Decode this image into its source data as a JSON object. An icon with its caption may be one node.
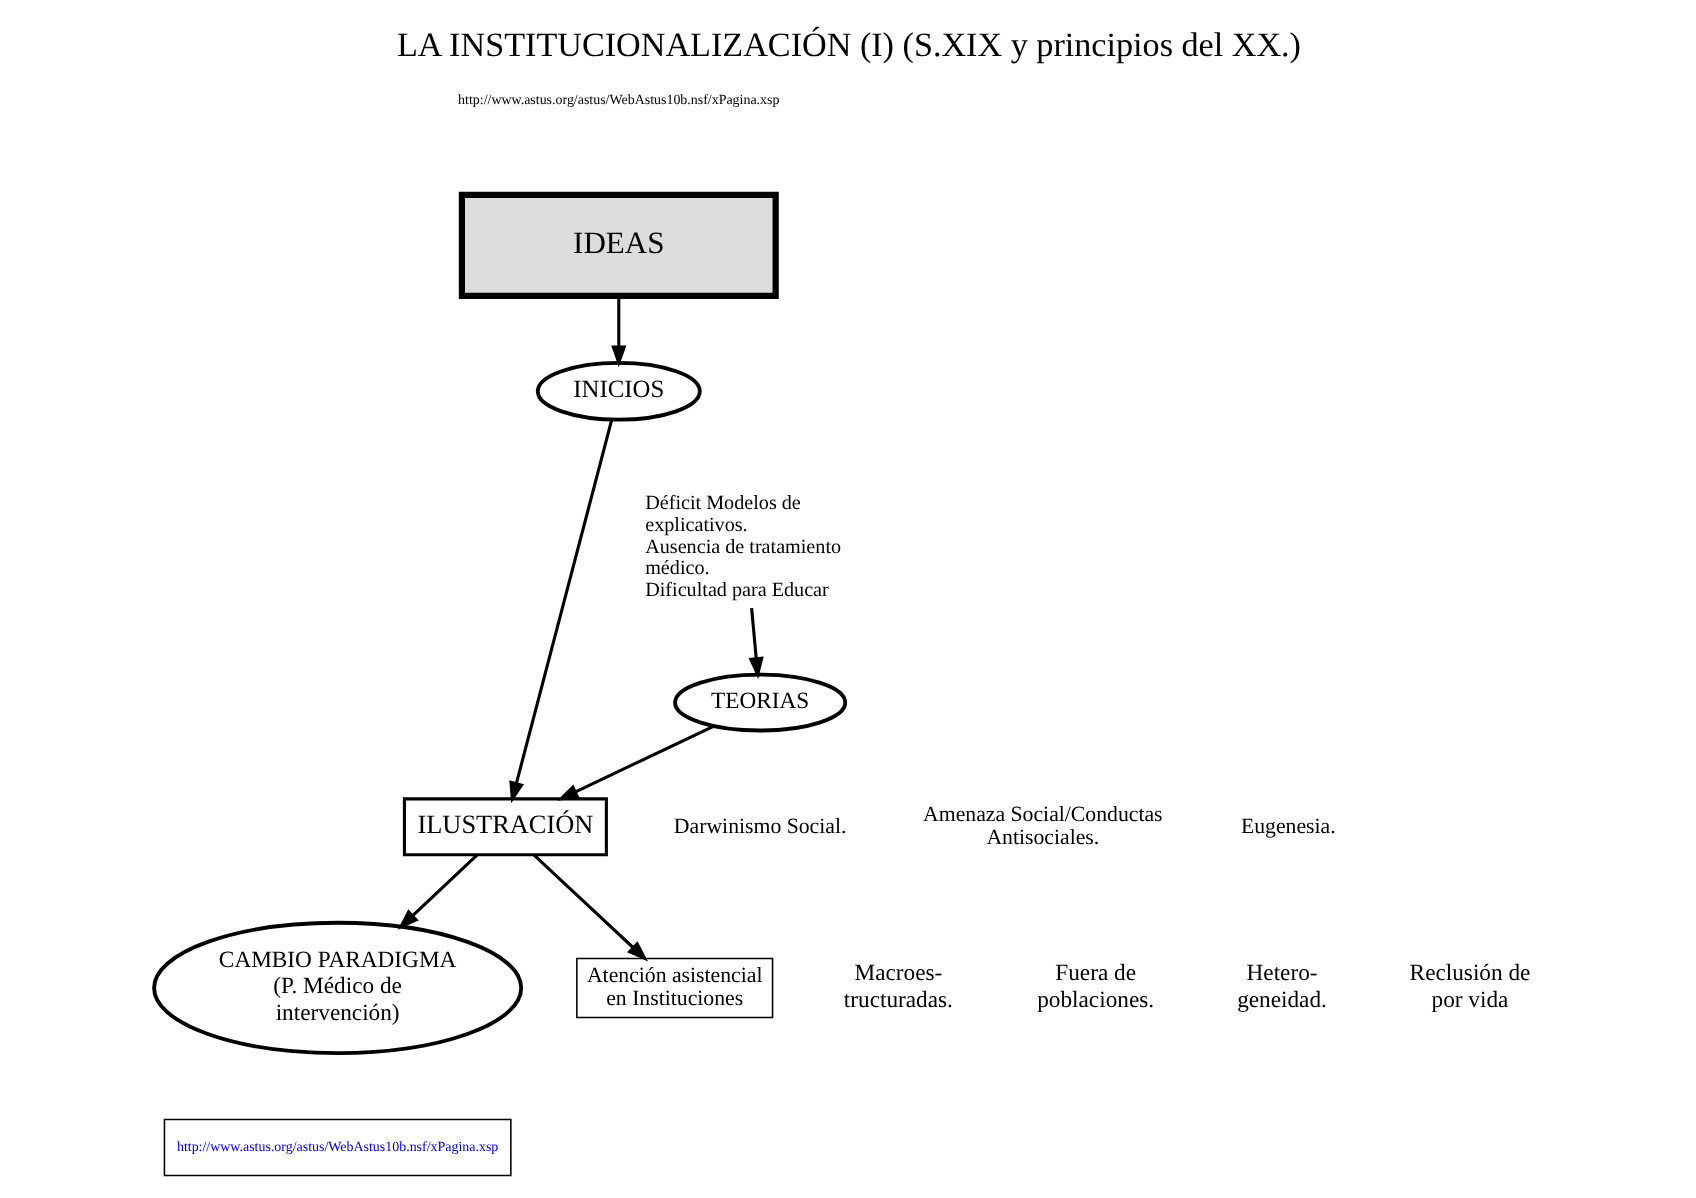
{
  "diagram": {
    "title": "LA INSTITUCIONALIZACIÓN (I) (S.XIX y principios del XX.)",
    "nodes": [
      {
        "text": [
          "IDEAS"
        ]
      },
      {
        "text": [
          "INICIOS"
        ]
      },
      {
        "text": [
          "Déficit Modelos de explicativos.",
          "Ausencia de tratamiento médico.",
          "Dificultad para Educar"
        ]
      },
      {
        "text": [
          "TEORIAS"
        ]
      },
      {
        "text": [
          "ILUSTRACIÓN"
        ]
      },
      {
        "text": [
          "CAMBIO PARADIGMA",
          "(P. Médico de intervención)"
        ]
      },
      {
        "text": [
          "Atención asistencial en Instituciones"
        ]
      },
      {
        "text": [
          "http://www.astus.org/astus/WebAstus10b.nsf/xPagina.xsp"
        ]
      }
    ],
    "edges": [
      {
        "from": 0,
        "to": 1,
        "arrow": "to"
      },
      {
        "from": 1,
        "to": 4,
        "arrow": "to"
      },
      {
        "from": 2,
        "to": 3,
        "arrow": "to"
      },
      {
        "from": 3,
        "to": 4,
        "arrow": "to"
      },
      {
        "from": 4,
        "to": 6,
        "arrow": "to"
      },
      {
        "from": 4,
        "to": 5,
        "arrow": "to"
      }
    ],
    "labels": [
      "http://www.astus.org/astus/WebAstus10b.nsf/xPagina.xsp",
      "Macroes- tructuradas.",
      "Fuera de poblaciones.",
      "Hetero- geneidad.",
      "Reclusión de por vida",
      "Darwinismo Social.",
      "Amenaza Social/Conductas Antisociales.",
      "Eugenesia."
    ]
  }
}
